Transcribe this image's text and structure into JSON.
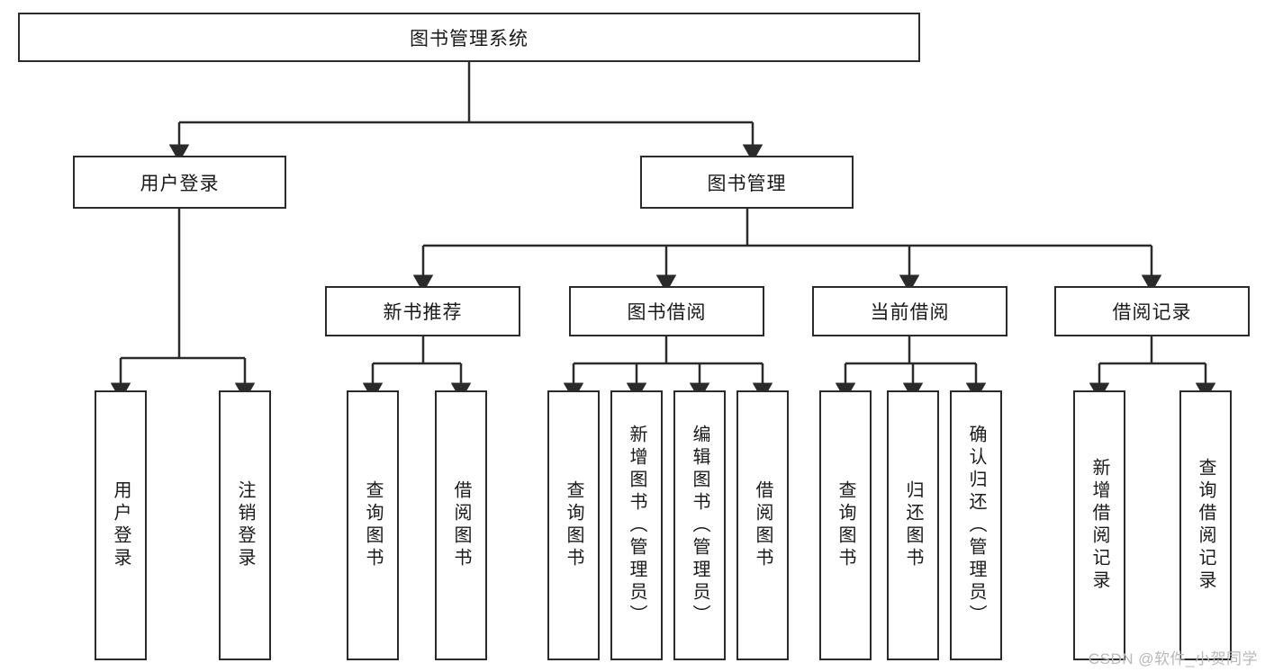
{
  "diagram": {
    "title": "图书管理系统",
    "type": "hierarchy-tree",
    "colors": {
      "stroke": "#2b2b2b",
      "fill": "#ffffff",
      "text": "#1a1a1a",
      "watermark": "#b8b8b8"
    },
    "root": {
      "label": "图书管理系统"
    },
    "level2": [
      {
        "label": "用户登录"
      },
      {
        "label": "图书管理"
      }
    ],
    "level3": [
      {
        "label": "新书推荐"
      },
      {
        "label": "图书借阅"
      },
      {
        "label": "当前借阅"
      },
      {
        "label": "借阅记录"
      }
    ],
    "leaves": {
      "user_login": [
        {
          "label": "用户登录"
        },
        {
          "label": "注销登录"
        }
      ],
      "new_book_recommend": [
        {
          "label": "查询图书"
        },
        {
          "label": "借阅图书"
        }
      ],
      "book_borrow": [
        {
          "label": "查询图书"
        },
        {
          "label": "新增图书（管理员）"
        },
        {
          "label": "编辑图书（管理员）"
        },
        {
          "label": "借阅图书"
        }
      ],
      "current_borrow": [
        {
          "label": "查询图书"
        },
        {
          "label": "归还图书"
        },
        {
          "label": "确认归还（管理员）"
        }
      ],
      "borrow_record": [
        {
          "label": "新增借阅记录"
        },
        {
          "label": "查询借阅记录"
        }
      ]
    }
  },
  "watermark": {
    "text": "CSDN @软件_小贺同学"
  }
}
